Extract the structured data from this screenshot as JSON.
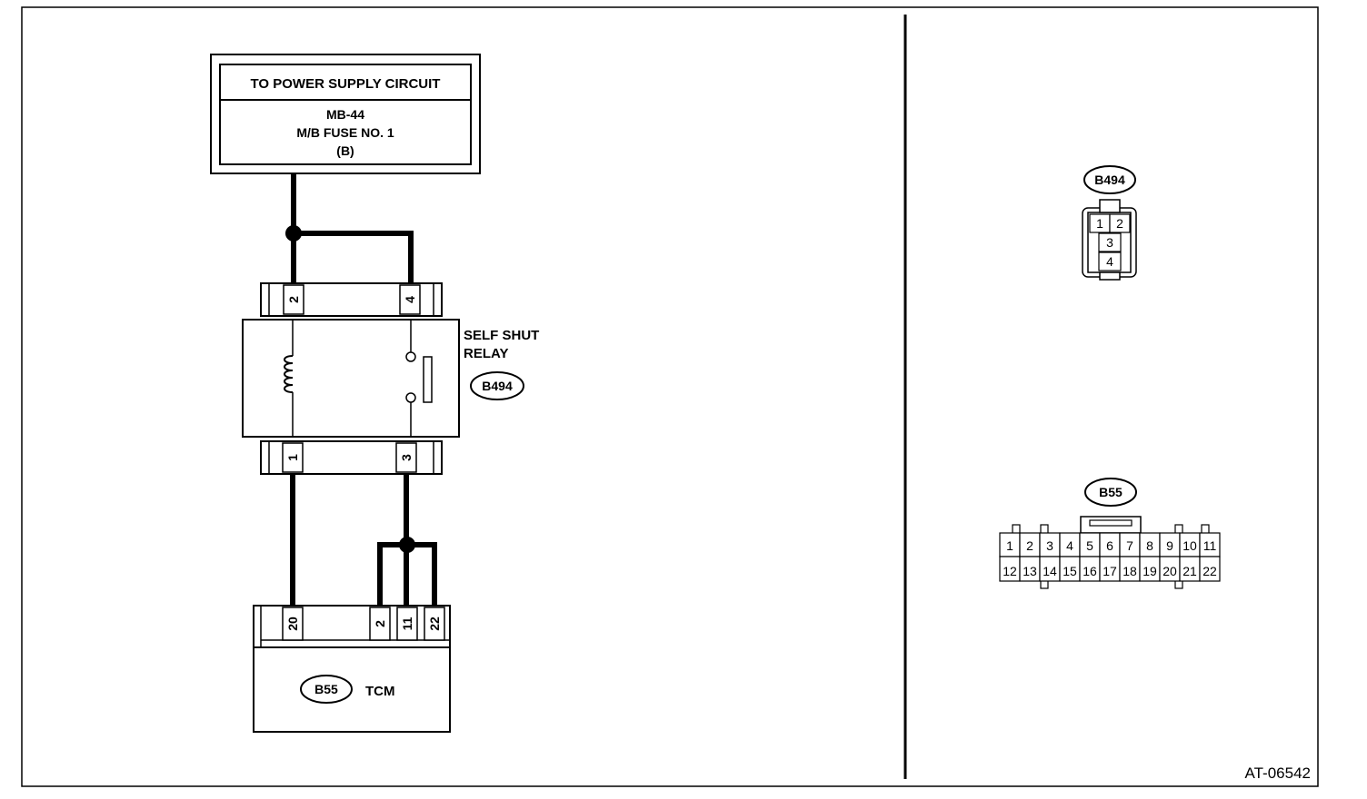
{
  "power_supply": {
    "title": "TO POWER SUPPLY CIRCUIT",
    "line1": "MB-44",
    "line2": "M/B FUSE NO. 1",
    "line3": "(B)"
  },
  "relay": {
    "label_line1": "SELF SHUT",
    "label_line2": "RELAY",
    "connector": "B494",
    "pin_top_left": "2",
    "pin_top_right": "4",
    "pin_bottom_left": "1",
    "pin_bottom_right": "3"
  },
  "tcm": {
    "label": "TCM",
    "connector": "B55",
    "pins": [
      "20",
      "2",
      "11",
      "22"
    ]
  },
  "b494_view": {
    "label": "B494",
    "pins": [
      "1",
      "2",
      "3",
      "4"
    ]
  },
  "b55_view": {
    "label": "B55",
    "top_row": [
      "1",
      "2",
      "3",
      "4",
      "5",
      "6",
      "7",
      "8",
      "9",
      "10",
      "11"
    ],
    "bottom_row": [
      "12",
      "13",
      "14",
      "15",
      "16",
      "17",
      "18",
      "19",
      "20",
      "21",
      "22"
    ]
  },
  "figure_code": "AT-06542"
}
